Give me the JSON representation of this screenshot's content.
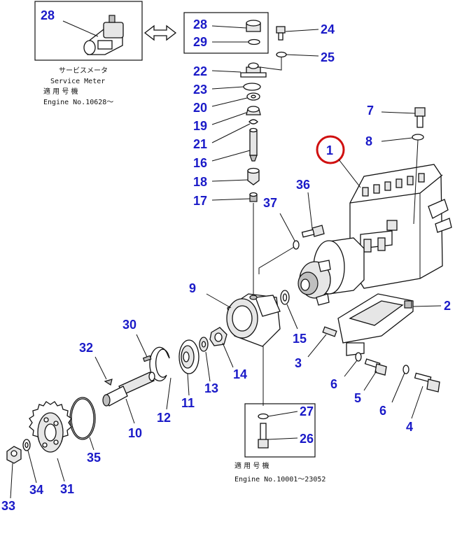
{
  "colors": {
    "callout": "#1a1ac8",
    "highlight_ring": "#d01010",
    "ink": "#111111"
  },
  "notes": {
    "service_meter_jp": "サービスメータ",
    "service_meter_en": "Service Meter",
    "applicable_top_jp": "適 用 号 機",
    "applicable_top_en": "Engine No.10628～",
    "applicable_bottom_jp": "適 用 号 機",
    "applicable_bottom_en": "Engine No.10001～23052"
  },
  "callouts": [
    "28",
    "29",
    "24",
    "25",
    "22",
    "23",
    "20",
    "19",
    "21",
    "16",
    "18",
    "17",
    "37",
    "36",
    "1",
    "7",
    "8",
    "2",
    "9",
    "15",
    "3",
    "6",
    "5",
    "6",
    "4",
    "30",
    "32",
    "12",
    "11",
    "13",
    "14",
    "10",
    "35",
    "31",
    "34",
    "33",
    "27",
    "26",
    "28"
  ],
  "icons": [
    "double-arrow-icon",
    "highlight-circle-icon"
  ]
}
